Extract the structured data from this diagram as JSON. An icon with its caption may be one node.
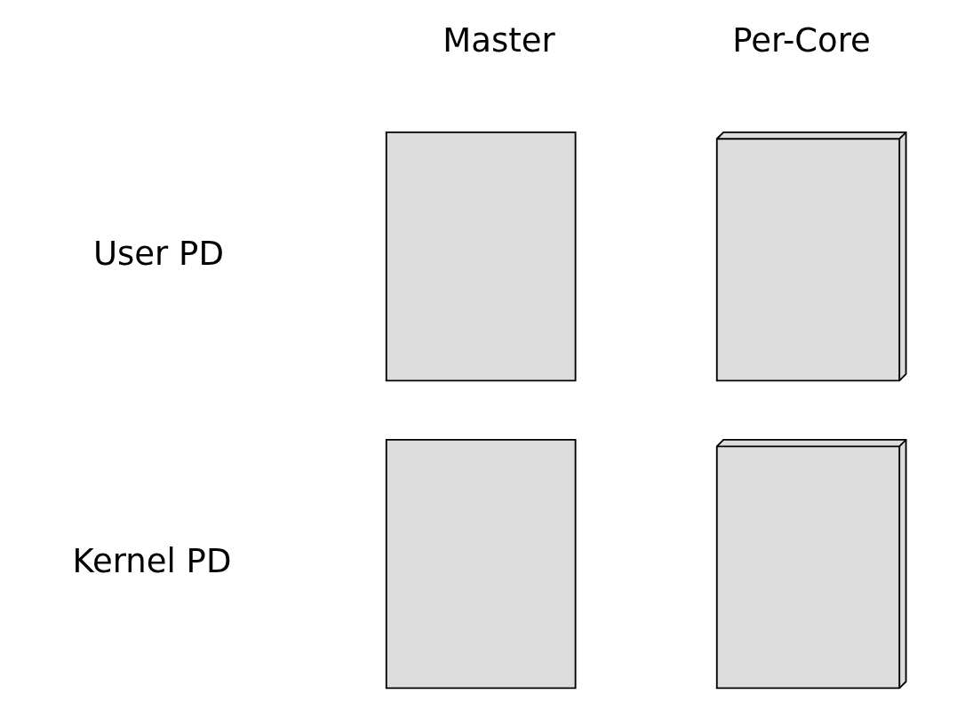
{
  "diagram": {
    "nodes": [
      {
        "text": [],
        "shape": "box"
      },
      {
        "text": [],
        "shape": "stack"
      },
      {
        "text": [],
        "shape": "box"
      },
      {
        "text": [],
        "shape": "stack"
      }
    ],
    "edges": [],
    "labels": [
      "Master",
      "Per-Core",
      "User PD",
      "Kernel PD"
    ]
  }
}
